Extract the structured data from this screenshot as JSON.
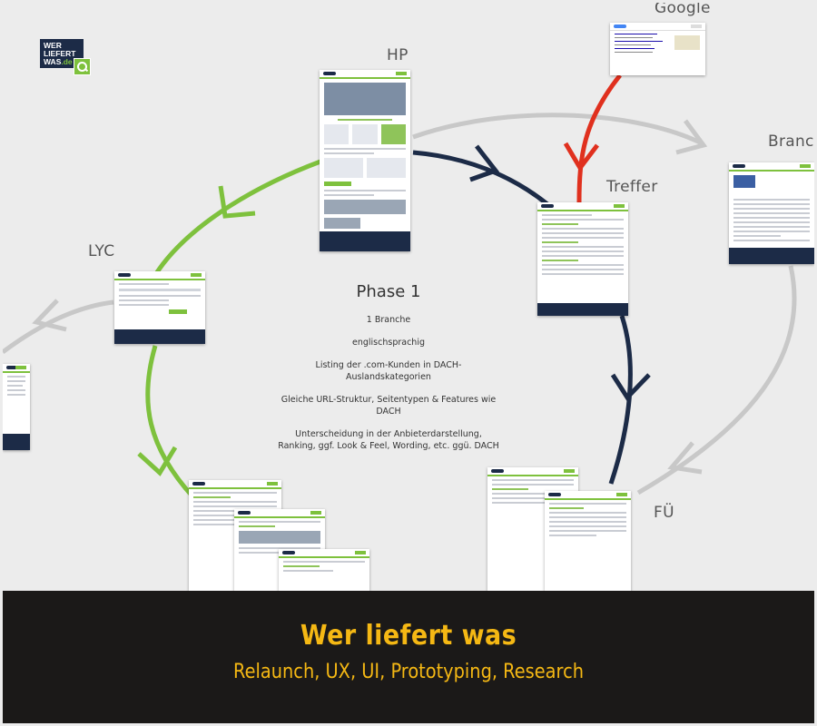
{
  "logo": {
    "line1": "WER",
    "line2": "LIEFERT",
    "line3": "WAS",
    "suffix": ".de"
  },
  "nodes": {
    "google": "Google",
    "hp": "HP",
    "branche": "Branche",
    "treffer": "Treffer",
    "lyc": "LYC",
    "fu": "FÜ"
  },
  "phase": {
    "title": "Phase 1",
    "lines": [
      "1 Branche",
      "englischsprachig",
      "Listing der .com-Kunden in DACH-Auslandskategorien",
      "Gleiche URL-Struktur, Seitentypen & Features wie DACH",
      "Unterscheidung in der Anbieterdarstellung, Ranking, ggf. Look & Feel, Wording, etc. ggü. DACH"
    ]
  },
  "footer": {
    "title": "Wer liefert was",
    "subtitle": "Relaunch, UX, UI, Prototyping, Research"
  },
  "colors": {
    "navy": "#1c2b47",
    "green": "#7ec13d",
    "red": "#e0301e",
    "gray": "#c8c8c8",
    "footer_bg": "#1b1918",
    "footer_text": "#f5b814"
  }
}
